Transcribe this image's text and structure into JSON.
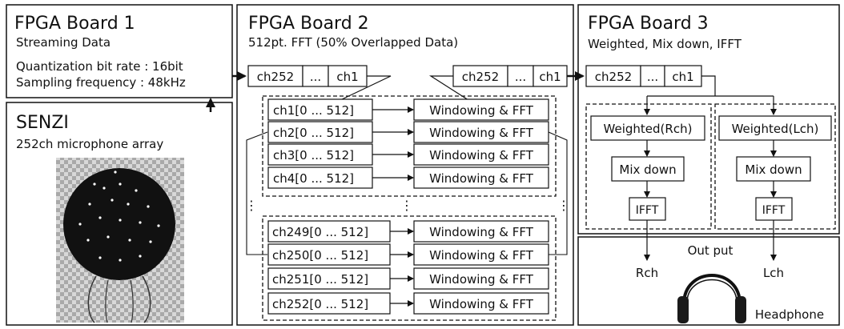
{
  "board1": {
    "title": "FPGA Board 1",
    "subtitle": "Streaming Data",
    "quantization": "Quantization bit rate : 16bit",
    "sampling": "Sampling frequency : 48kHz"
  },
  "senzi": {
    "title": "SENZI",
    "subtitle": "252ch microphone array"
  },
  "board2": {
    "title": "FPGA Board 2",
    "subtitle": "512pt. FFT (50% Overlapped Data)",
    "buffer_in": [
      "ch252",
      "...",
      "ch1"
    ],
    "buffer_out": [
      "ch252",
      "...",
      "ch1"
    ],
    "channels_top": [
      "ch1[0 ... 512]",
      "ch2[0 ... 512]",
      "ch3[0 ... 512]",
      "ch4[0 ... 512]"
    ],
    "channels_bottom": [
      "ch249[0 ... 512]",
      "ch250[0 ... 512]",
      "ch251[0 ... 512]",
      "ch252[0 ... 512]"
    ],
    "fft_label": "Windowing & FFT",
    "ellipsis": "⋮"
  },
  "board3": {
    "title": "FPGA Board 3",
    "subtitle": "Weighted, Mix down, IFFT",
    "buffer": [
      "ch252",
      "...",
      "ch1"
    ],
    "weighted_r": "Weighted(Rch)",
    "weighted_l": "Weighted(Lch)",
    "mix": "Mix down",
    "ifft": "IFFT"
  },
  "output": {
    "title": "Out put",
    "rch": "Rch",
    "lch": "Lch",
    "device": "Headphone"
  },
  "colors": {
    "line": "#111111",
    "background": "#ffffff",
    "sphere": "#111111",
    "ear_cup": "#1a1a1a"
  }
}
